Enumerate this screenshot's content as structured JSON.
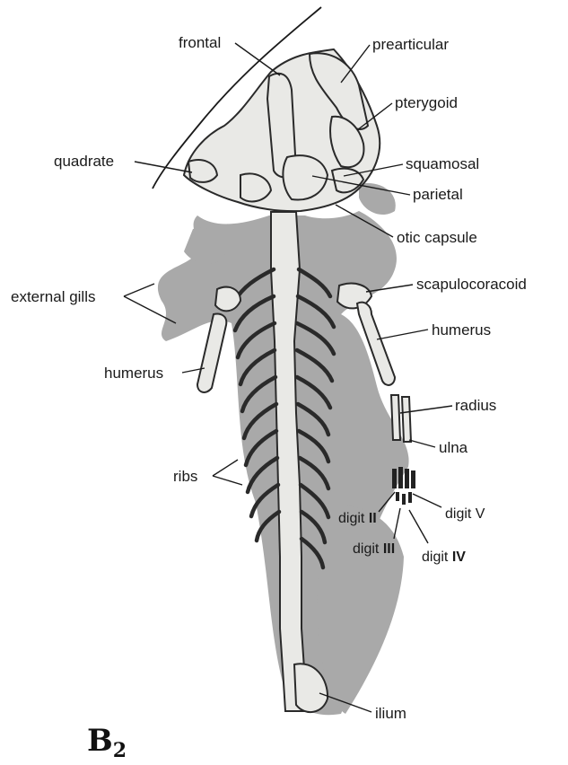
{
  "panel": {
    "letter": "B",
    "subscript": "2"
  },
  "labels": {
    "frontal": "frontal",
    "prearticular": "prearticular",
    "pterygoid": "pterygoid",
    "quadrate": "quadrate",
    "squamosal": "squamosal",
    "parietal": "parietal",
    "otic_capsule": "otic capsule",
    "external_gills": "external gills",
    "scapulocoracoid": "scapulocoracoid",
    "humerus_right": "humerus",
    "humerus_left": "humerus",
    "radius": "radius",
    "ulna": "ulna",
    "ribs": "ribs",
    "digit_ii_word": "digit",
    "digit_ii_num": "II",
    "digit_v": "digit V",
    "digit_iii_word": "digit",
    "digit_iii_num": "III",
    "digit_iv_word": "digit",
    "digit_iv_num": "IV",
    "ilium": "ilium"
  }
}
